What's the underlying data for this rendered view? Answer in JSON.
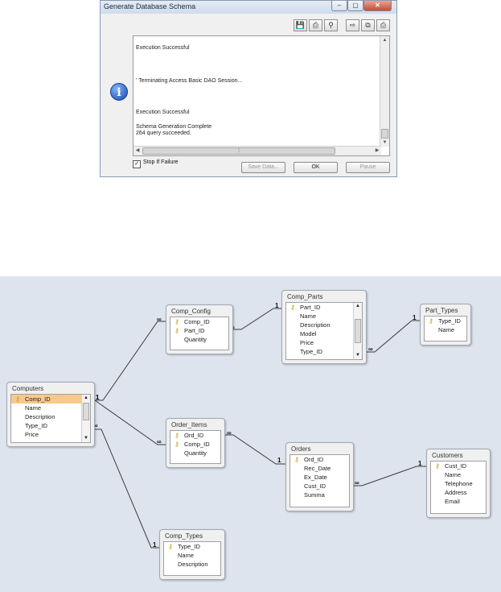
{
  "dialog": {
    "title": "Generate Database Schema",
    "window_controls": {
      "minimize": "–",
      "maximize": "▢",
      "close": "✕"
    },
    "toolbar_icons": [
      "save-icon",
      "print-icon",
      "find-icon",
      "export-icon",
      "copy-icon",
      "print-preview-icon"
    ],
    "log_lines": [
      "Execution Successful",
      "' Terminating Access Basic DAO Session...",
      "Execution Successful",
      "Schema Generation Complete",
      "264 query succeeded."
    ],
    "stop_if_failure": {
      "label": "Stop If Failure",
      "checked": true
    },
    "buttons": {
      "save_data": "Save Data...",
      "ok": "OK",
      "pause": "Pause"
    },
    "colors": {
      "title_bar": "#cfdcec",
      "close_button": "#c44c34",
      "info_icon": "#1747a8"
    }
  },
  "diagram": {
    "tables": [
      {
        "name": "Computers",
        "fields": [
          "Comp_ID",
          "Name",
          "Description",
          "Type_ID",
          "Price"
        ],
        "keys": [
          "Comp_ID"
        ],
        "selected": "Comp_ID",
        "scrollbar": true
      },
      {
        "name": "Comp_Config",
        "fields": [
          "Comp_ID",
          "Part_ID",
          "Quantity"
        ],
        "keys": [
          "Comp_ID",
          "Part_ID"
        ],
        "scrollbar": false
      },
      {
        "name": "Comp_Parts",
        "fields": [
          "Part_ID",
          "Name",
          "Description",
          "Model",
          "Price",
          "Type_ID"
        ],
        "keys": [
          "Part_ID"
        ],
        "scrollbar": true
      },
      {
        "name": "Part_Types",
        "fields": [
          "Type_ID",
          "Name"
        ],
        "keys": [
          "Type_ID"
        ],
        "scrollbar": false
      },
      {
        "name": "Order_Items",
        "fields": [
          "Ord_ID",
          "Comp_ID",
          "Quantity"
        ],
        "keys": [
          "Ord_ID",
          "Comp_ID"
        ],
        "scrollbar": false
      },
      {
        "name": "Orders",
        "fields": [
          "Ord_ID",
          "Rec_Date",
          "Ex_Date",
          "Cust_ID",
          "Summa"
        ],
        "keys": [
          "Ord_ID"
        ],
        "scrollbar": false
      },
      {
        "name": "Customers",
        "fields": [
          "Cust_ID",
          "Name",
          "Telephone",
          "Address",
          "Email"
        ],
        "keys": [
          "Cust_ID"
        ],
        "scrollbar": false
      },
      {
        "name": "Comp_Types",
        "fields": [
          "Type_ID",
          "Name",
          "Description"
        ],
        "keys": [
          "Type_ID"
        ],
        "scrollbar": false
      }
    ],
    "relationships": [
      {
        "from": "Computers",
        "to": "Comp_Config",
        "from_mark": "1",
        "to_mark": "∞"
      },
      {
        "from": "Comp_Parts",
        "to": "Comp_Config",
        "from_mark": "1",
        "to_mark": "∞"
      },
      {
        "from": "Part_Types",
        "to": "Comp_Parts",
        "from_mark": "1",
        "to_mark": "∞"
      },
      {
        "from": "Computers",
        "to": "Order_Items",
        "from_mark": "1",
        "to_mark": "∞"
      },
      {
        "from": "Orders",
        "to": "Order_Items",
        "from_mark": "1",
        "to_mark": "∞"
      },
      {
        "from": "Customers",
        "to": "Orders",
        "from_mark": "1",
        "to_mark": "∞"
      },
      {
        "from": "Comp_Types",
        "to": "Computers",
        "from_mark": "1",
        "to_mark": "∞"
      }
    ],
    "colors": {
      "background": "#dde4ed",
      "selected_field": "#f9c98b",
      "key_icon": "#c79a14"
    }
  }
}
